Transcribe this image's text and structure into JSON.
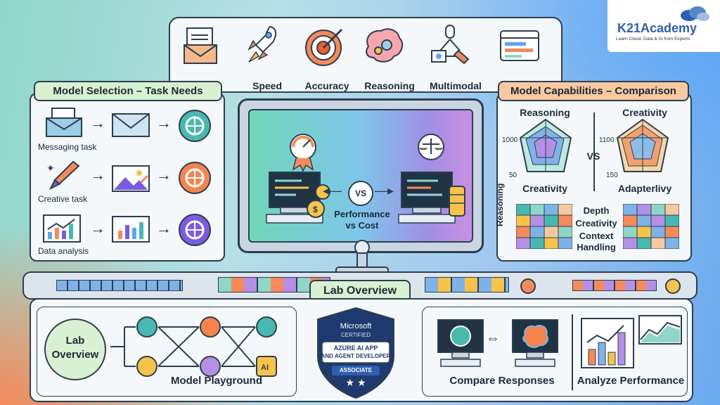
{
  "brand": {
    "name": "K21Academy",
    "tagline": "Learn Cloud, Data & AI from Experts"
  },
  "top_bar": {
    "features": [
      "Speed",
      "Accuracy",
      "Reasoning",
      "Multimodal"
    ]
  },
  "model_selection": {
    "title": "Model Selection – Task Needs",
    "rows": [
      "Messaging task",
      "Creative task",
      "Data analysis"
    ]
  },
  "center": {
    "vs": "VS",
    "caption": "Performance\nvs Cost"
  },
  "capabilities": {
    "title": "Model Capabilities – Comparison",
    "left_radar": {
      "top": "Reasoning",
      "bottom": "Creativity",
      "tick_hi": "1000",
      "tick_lo": "50"
    },
    "right_radar": {
      "top": "Creativity",
      "bottom": "Adapterlivy",
      "tick_hi": "1100",
      "tick_lo": "150"
    },
    "vs": "VS",
    "heat_axis": "Reasoning",
    "heat_labels": [
      "Depth",
      "Creativity",
      "Context",
      "Handling"
    ]
  },
  "lab": {
    "banner": "Lab Overview",
    "circle": "Lab\nOverview",
    "playground": "Model Playground",
    "compare": "Compare Responses",
    "analyze": "Analyze Performance",
    "badge": {
      "top": "Microsoft",
      "sub": "CERTIFIED",
      "line1": "AZURE AI APP",
      "line2": "AND AGENT DEVELOPER",
      "level": "ASSOCIATE",
      "stars": "★ ★"
    }
  },
  "colors": {
    "outline": "#2c3e50",
    "green_tab": "#d8f1d0",
    "orange_tab": "#f8c9a0",
    "accent_blue": "#2f5fae"
  }
}
